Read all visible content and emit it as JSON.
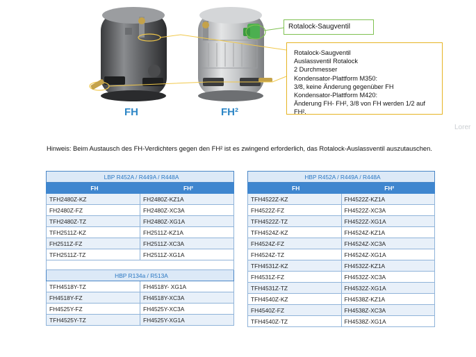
{
  "figure": {
    "label_fh": "FH",
    "label_fh2": "FH²",
    "callout_small": "Rotalock-Saugventil",
    "callout_large": [
      "Rotalock-Saugventil",
      "Auslassventil Rotalock",
      "2 Durchmesser",
      "Kondensator-Plattform M350:",
      "3/8, keine Änderung gegenüber FH",
      "Kondensator-Plattform M420:",
      "Änderung FH- FH², 3/8 von FH werden 1/2 auf FH²."
    ],
    "watermark": "Lorer",
    "colors": {
      "accent_blue": "#2d86c6",
      "callout_green": "#7ec150",
      "callout_yellow": "#e6b422"
    }
  },
  "note": "Hinweis: Beim Austausch des FH-Verdichters gegen den FH² ist es zwingend erforderlich, das Rotalock-Auslassventil auszutauschen.",
  "table_left": {
    "section_lbp": "LBP R452A / R449A / R448A",
    "col_fh": "FH",
    "col_fh2": "FH²",
    "lbp_rows": [
      [
        "TFH2480Z-KZ",
        "FH2480Z-KZ1A"
      ],
      [
        "FH2480Z-FZ",
        "FH2480Z-XC3A"
      ],
      [
        "TFH2480Z-TZ",
        "FH2480Z-XG1A"
      ],
      [
        "TFH2511Z-KZ",
        "FH2511Z-KZ1A"
      ],
      [
        "FH2511Z-FZ",
        "FH2511Z-XC3A"
      ],
      [
        "TFH2511Z-TZ",
        "FH2511Z-XG1A"
      ]
    ],
    "section_hbp": "HBP R134a / R513A",
    "hbp_rows": [
      [
        "TFH4518Y-TZ",
        "FH4518Y- XG1A"
      ],
      [
        "FH4518Y-FZ",
        "FH4518Y-XC3A"
      ],
      [
        "FH4525Y-FZ",
        "FH4525Y-XC3A"
      ],
      [
        "TFH4525Y-TZ",
        "FH4525Y-XG1A"
      ]
    ]
  },
  "table_right": {
    "section": "HBP R452A / R449A / R448A",
    "col_fh": "FH",
    "col_fh2": "FH²",
    "rows": [
      [
        "TFH4522Z-KZ",
        "FH4522Z-KZ1A"
      ],
      [
        "FH4522Z-FZ",
        "FH4522Z-XC3A"
      ],
      [
        "TFH4522Z-TZ",
        "FH4522Z-XG1A"
      ],
      [
        "TFH4524Z-KZ",
        "FH4524Z-KZ1A"
      ],
      [
        "FH4524Z-FZ",
        "FH4524Z-XC3A"
      ],
      [
        "FH4524Z-TZ",
        "FH4524Z-XG1A"
      ],
      [
        "TFH4531Z-KZ",
        "FH4532Z-KZ1A"
      ],
      [
        "FH4531Z-FZ",
        "FH4532Z-XC3A"
      ],
      [
        "TFH4531Z-TZ",
        "FH4532Z-XG1A"
      ],
      [
        "TFH4540Z-KZ",
        "FH4538Z-KZ1A"
      ],
      [
        "FH4540Z-FZ",
        "FH4538Z-XC3A"
      ],
      [
        "TFH4540Z-TZ",
        "FH4538Z-XG1A"
      ]
    ]
  }
}
